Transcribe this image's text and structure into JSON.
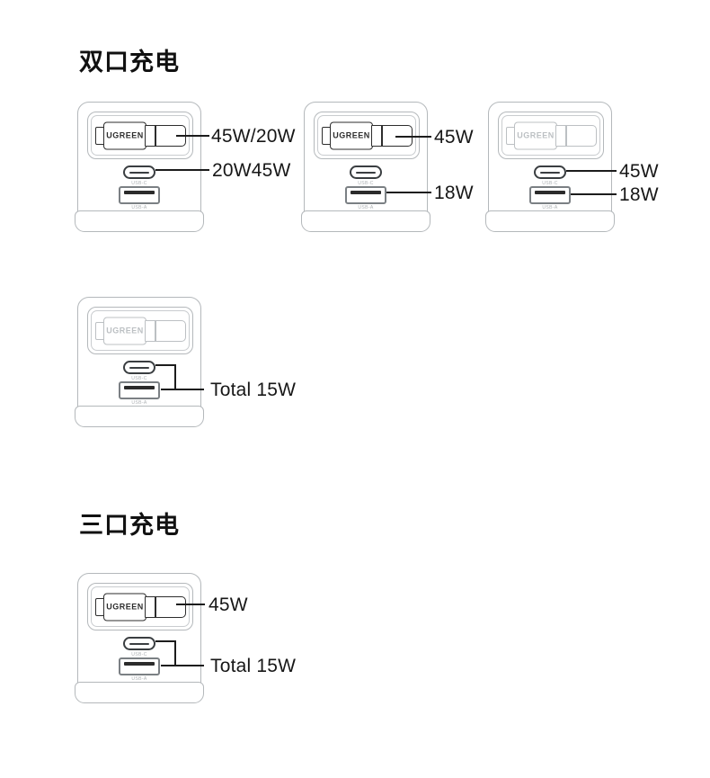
{
  "sections": [
    {
      "heading": "双口充电"
    },
    {
      "heading": "三口充电"
    }
  ],
  "colors": {
    "background": "#ffffff",
    "outline_gray": "#b4b8bb",
    "cable_active": "#2d2d2d",
    "cable_dimmed": "#bcc0c3",
    "callout_line": "#1c1c1c",
    "label_text": "#171717"
  },
  "chargers": [
    {
      "brand": "UGREEN",
      "ports": {
        "usbc": "USB-C",
        "usba": "USB-A"
      },
      "callouts": {
        "cable": "45W/20W",
        "usbc": "20W45W"
      }
    },
    {
      "brand": "UGREEN",
      "ports": {
        "usbc": "USB-C",
        "usba": "USB-A"
      },
      "callouts": {
        "cable": "45W",
        "usba": "18W"
      }
    },
    {
      "brand": "UGREEN",
      "ports": {
        "usbc": "USB-C",
        "usba": "USB-A"
      },
      "callouts": {
        "usbc": "45W",
        "usba": "18W"
      }
    },
    {
      "brand": "UGREEN",
      "ports": {
        "usbc": "USB-C",
        "usba": "USB-A"
      },
      "callouts": {
        "total": "Total 15W"
      }
    },
    {
      "brand": "UGREEN",
      "ports": {
        "usbc": "USB-C",
        "usba": "USB-A"
      },
      "callouts": {
        "cable": "45W",
        "total": "Total 15W"
      }
    }
  ]
}
